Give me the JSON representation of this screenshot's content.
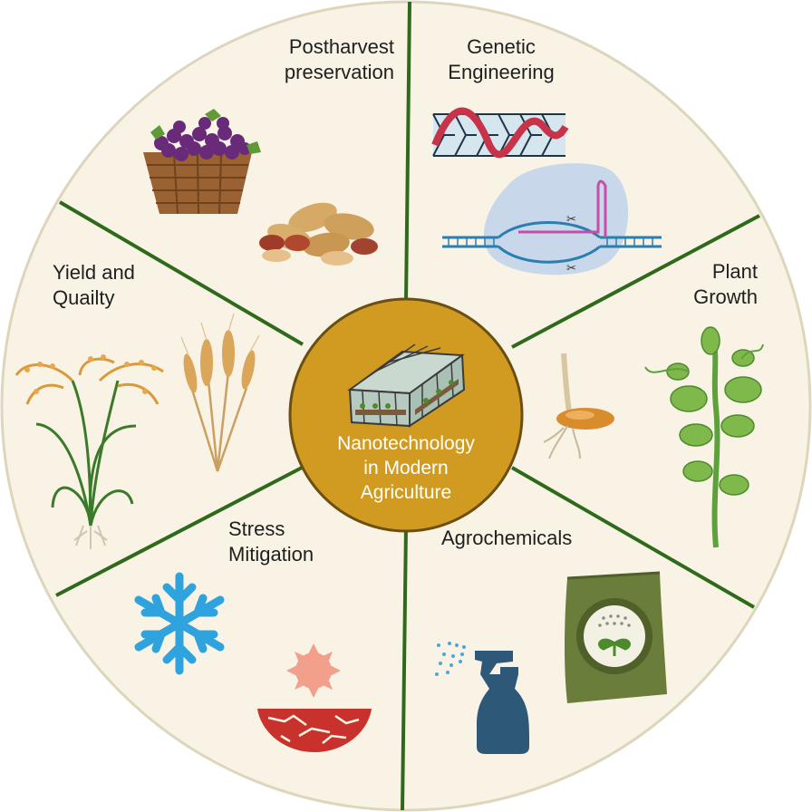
{
  "center": {
    "title": "Nanotechnology\nin Modern\nAgriculture",
    "icon": "greenhouse-icon"
  },
  "segments": [
    {
      "label": "Postharvest\npreservation",
      "icons": [
        "grape-basket-icon",
        "peanuts-icon"
      ]
    },
    {
      "label": "Genetic\nEngineering",
      "icons": [
        "nanotube-dna-icon",
        "crispr-cas9-icon"
      ]
    },
    {
      "label": "Plant\nGrowth",
      "icons": [
        "germinating-seed-icon",
        "pea-plant-icon"
      ]
    },
    {
      "label": "Agrochemicals",
      "icons": [
        "spray-bottle-icon",
        "fertilizer-bag-icon"
      ]
    },
    {
      "label": "Stress\nMitigation",
      "icons": [
        "snowflake-icon",
        "drought-sun-icon"
      ]
    },
    {
      "label": "Yield and\nQuailty",
      "icons": [
        "rice-plant-icon",
        "wheat-icon"
      ]
    }
  ],
  "colors": {
    "disc": "#f8f3e4",
    "rim": "#ddd6bd",
    "divider": "#2f6a1c",
    "center": "#d19b22"
  }
}
